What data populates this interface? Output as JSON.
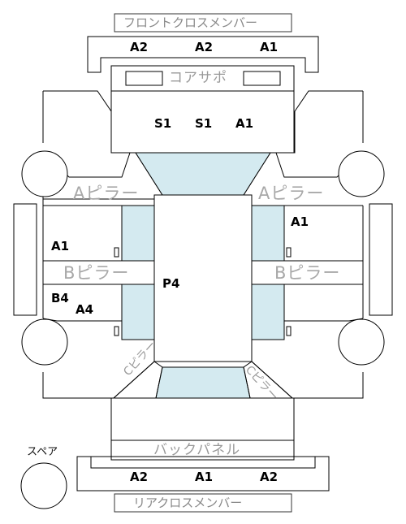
{
  "top": {
    "front_cross_member": "フロントクロスメンバー",
    "grades": [
      "A2",
      "A2",
      "A1"
    ],
    "core_support": "コアサポ",
    "center_grades": [
      "S1",
      "S1",
      "A1"
    ]
  },
  "pillars": {
    "a_pillar_left": "Aピラー",
    "a_pillar_right": "Aピラー",
    "b_pillar_left": "Bピラー",
    "b_pillar_right": "Bピラー"
  },
  "left_side": {
    "front_door_grade": "A1",
    "rear_door_grade_1": "B4",
    "rear_door_grade_2": "A4"
  },
  "right_side": {
    "front_door_grade": "A1"
  },
  "roof": {
    "grade": "P4"
  },
  "rear": {
    "pillar_left": "Cピラー",
    "pillar_right": "Cピラー",
    "back_panel": "バックパネル",
    "grades": [
      "A2",
      "A1",
      "A2"
    ],
    "rear_cross_member": "リアクロスメンバー",
    "spare": "スペア"
  },
  "colors": {
    "glass": "#d4eaf0",
    "line": "#000000",
    "muted_text": "#a8a8a8"
  }
}
